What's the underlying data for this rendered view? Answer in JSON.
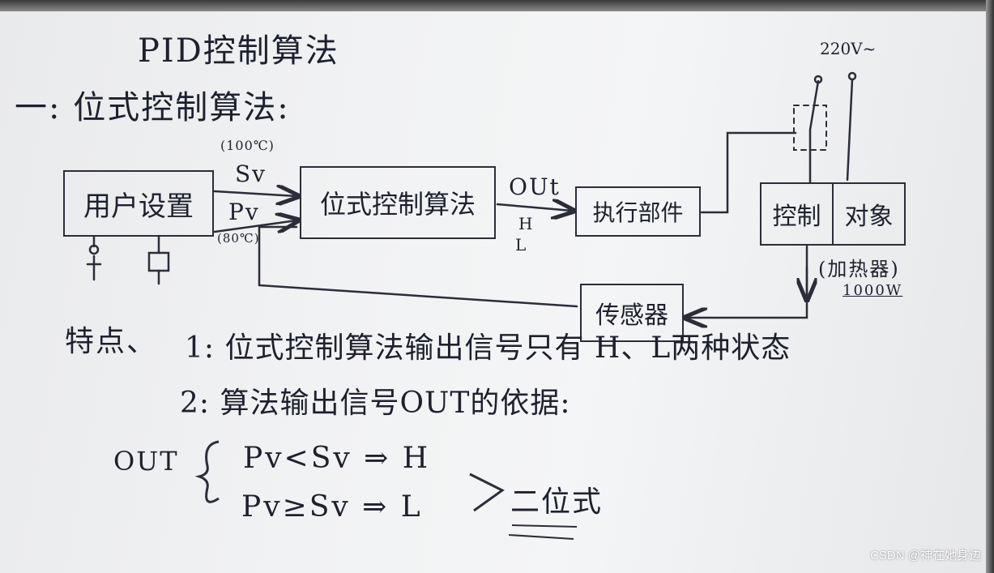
{
  "title": "PID控制算法",
  "section_heading": "一: 位式控制算法:",
  "diagram": {
    "setting_box": "用户设置",
    "controller_box": "位式控制算法",
    "actuator_box": "执行部件",
    "plant_box_left": "控制",
    "plant_box_right": "对象",
    "sensor_box": "传感器",
    "sv_label": "Sv",
    "sv_value": "(100℃)",
    "pv_label": "Pv",
    "pv_value": "(80℃)",
    "out_label": "OUt",
    "h_label": "H",
    "l_label": "L",
    "voltage_label": "220V~",
    "heater_label": "(加热器)",
    "power_label": "1000W"
  },
  "notes": {
    "features_label": "特点、",
    "point1": "1: 位式控制算法输出信号只有 H、L两种状态",
    "point2": "2: 算法输出信号OUT的依据:",
    "out_label": "OUT",
    "rule1": "Pv<Sv ⇒ H",
    "rule2": "Pv≥Sv ⇒ L",
    "bracket_note": "二位式"
  },
  "watermark": "CSDN @神在她身边"
}
